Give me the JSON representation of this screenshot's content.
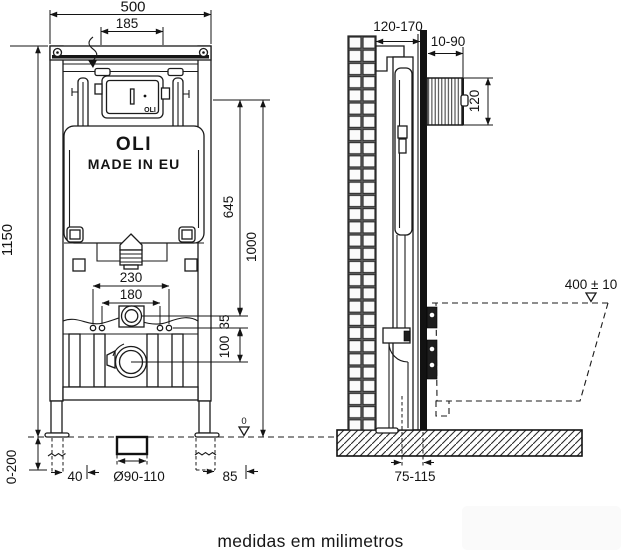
{
  "footer": {
    "units_note": "medidas em milimetros"
  },
  "branding": {
    "tank_logo": "OLI",
    "tank_origin": "MADE IN EU",
    "plate_logo": "OLI"
  },
  "front_view": {
    "dims": {
      "frame_width": "500",
      "plate_width": "185",
      "frame_height": "1150",
      "inlet_height": "645",
      "anchor_height": "1000",
      "fixing_outer": "230",
      "fixing_inner": "180",
      "inlet_offset": "35",
      "holes_to_drain": "100",
      "leg_adjust": "0-200",
      "left_offset": "40",
      "drain_diameter": "Ø90-110",
      "right_offset": "85",
      "datum_zero": "0"
    }
  },
  "side_view": {
    "dims": {
      "wall_depth": "120-170",
      "plate_depth": "10-90",
      "box_height": "120",
      "bowl_height": "400 ± 10",
      "outlet_distance": "75-115"
    }
  }
}
